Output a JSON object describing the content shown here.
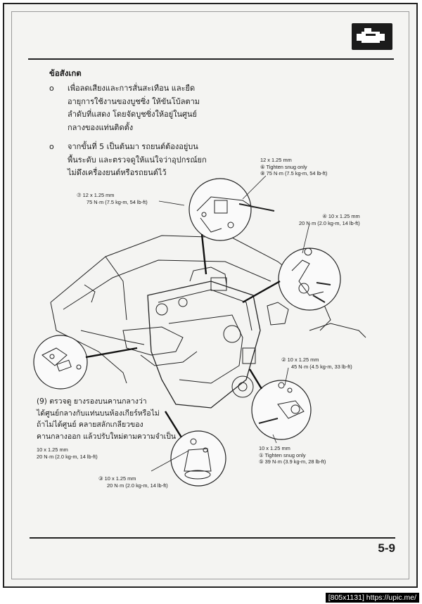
{
  "notes": {
    "title": "ข้อสังเกต",
    "items": [
      [
        "เพื่อลดเสียงและการสั่นสะเทือน และยืด",
        "อายุการใช้งานของบูชซิ่ง ให้ขันโบ้ลตาม",
        "ลำดับที่แสดง โดยจัดบูชซิ่งให้อยู่ในศูนย์",
        "กลางของแท่นติดตั้ง"
      ],
      [
        "จากขั้นที่ 5 เป็นต้นมา รถยนต์ต้องอยู่บน",
        "พื้นระดับ และตรวจดูให้แน่ใจว่าอุปกรณ์ยก",
        "ไม่ดึงเครื่องยนต์หรือรถยนต์ไว้"
      ]
    ]
  },
  "specs": {
    "top_right": [
      "12 x 1.25 mm",
      "⑥ Tighten snug only",
      "⑧ 75 N·m (7.5 kg-m, 54 lb-ft)"
    ],
    "left_upper": [
      "⑦ 12 x 1.25 mm",
      "75 N·m (7.5 kg-m, 54 lb-ft)"
    ],
    "right_upper": [
      "④ 10 x 1.25 mm",
      "20 N·m (2.0 kg-m, 14 lb-ft)"
    ],
    "right_middle": [
      "② 10 x 1.25 mm",
      "45 N·m (4.5 kg-m, 33 lb-ft)"
    ],
    "bottom_right": [
      "10 x 1.25 mm",
      "① Tighten snug only",
      "⑤ 39 N·m (3.9 kg-m, 28 lb-ft)"
    ],
    "left_lower": [
      "10 x 1.25 mm",
      "20 N·m (2.0 kg-m, 14 lb-ft)"
    ],
    "bottom_center": [
      "③ 10 x 1.25 mm",
      "20 N·m (2.0 kg-m, 14 lb-ft)"
    ]
  },
  "check_note": [
    "(9) ตรวจดู ยางรองบนคานกลางว่า",
    "ได้ศูนย์กลางกับแท่นบนห้องเกียร์หรือไม่",
    "ถ้าไม่ได้ศูนย์ คลายสลักเกลียวของ",
    "คานกลางออก แล้วปรับใหม่ตามความจำเป็น"
  ],
  "page_number": "5-9",
  "footer": "[805x1131] https://upic.me/"
}
